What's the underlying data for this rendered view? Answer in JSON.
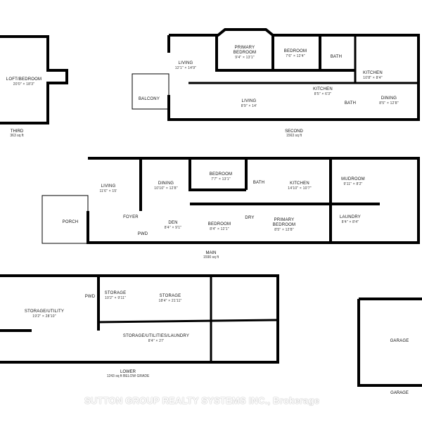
{
  "floors": [
    {
      "name": "THIRD",
      "area": "363 sq ft",
      "rooms": [
        {
          "name": "LOFT/BEDROOM",
          "dims": "20'0\" × 18'3\""
        }
      ]
    },
    {
      "name": "SECOND",
      "area": "1563 sq ft",
      "rooms": [
        {
          "name": "LIVING",
          "dims": "12'1\" × 14'9\""
        },
        {
          "name": "PRIMARY BEDROOM",
          "dims": "9'4\" × 13'1\""
        },
        {
          "name": "BEDROOM",
          "dims": "7'6\" × 12'4\""
        },
        {
          "name": "BATH",
          "dims": ""
        },
        {
          "name": "KITCHEN",
          "dims": "10'8\" × 8'4\""
        },
        {
          "name": "BALCONY",
          "dims": ""
        },
        {
          "name": "LIVING",
          "dims": "8'9\" × 14'"
        },
        {
          "name": "KITCHEN",
          "dims": "8'5\" × 6'3\""
        },
        {
          "name": "BATH",
          "dims": ""
        },
        {
          "name": "DINING",
          "dims": "8'5\" × 12'8\""
        }
      ]
    },
    {
      "name": "MAIN",
      "area": "1590 sq ft",
      "rooms": [
        {
          "name": "LIVING",
          "dims": "11'6\" × 15'"
        },
        {
          "name": "DINING",
          "dims": "10'10\" × 12'8\""
        },
        {
          "name": "BEDROOM",
          "dims": "7'7\" × 13'1\""
        },
        {
          "name": "BATH",
          "dims": ""
        },
        {
          "name": "KITCHEN",
          "dims": "14'10\" × 10'7\""
        },
        {
          "name": "MUDROOM",
          "dims": "9'11\" × 8'2\""
        },
        {
          "name": "PORCH",
          "dims": ""
        },
        {
          "name": "FOYER",
          "dims": ""
        },
        {
          "name": "PWD",
          "dims": ""
        },
        {
          "name": "DEN",
          "dims": "8'4\" × 9'1\""
        },
        {
          "name": "BEDROOM",
          "dims": "8'4\" × 12'1\""
        },
        {
          "name": "DRY",
          "dims": ""
        },
        {
          "name": "PRIMARY BEDROOM",
          "dims": "8'5\" × 12'8\""
        },
        {
          "name": "LAUNDRY",
          "dims": "8'4\" × 8'4\""
        }
      ]
    },
    {
      "name": "LOWER",
      "area": "1243 sq ft BELOW GRADE",
      "rooms": [
        {
          "name": "STORAGE/UTILITY",
          "dims": "19'2\" × 28'10\""
        },
        {
          "name": "PWD",
          "dims": ""
        },
        {
          "name": "STORAGE",
          "dims": "10'2\" × 9'11\""
        },
        {
          "name": "STORAGE",
          "dims": "18'4\" × 21'11\""
        },
        {
          "name": "STORAGE/UTILITIES/LAUNDRY",
          "dims": "8'4\" × 27'"
        }
      ]
    },
    {
      "name": "GARAGE",
      "area": "",
      "rooms": [
        {
          "name": "GARAGE",
          "dims": ""
        }
      ]
    }
  ],
  "watermark": "SUTTON GROUP REALTY SYSTEMS INC., Brokerage",
  "colors": {
    "wall": "#000000",
    "background": "#ffffff",
    "text": "#111111"
  }
}
